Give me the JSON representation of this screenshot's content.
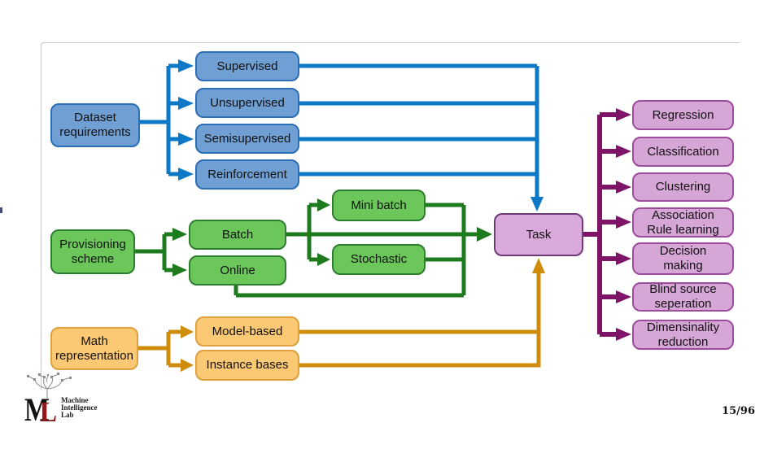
{
  "colors": {
    "blue-line": "#0d79c6",
    "blue-fill": "#6f9fd3",
    "blue-border": "#2a6eb5",
    "green-line": "#1d7a1d",
    "green-fill": "#6bc75a",
    "green-border": "#2f7d2f",
    "orange-line": "#cf8b0a",
    "orange-fill": "#fbc873",
    "orange-border": "#e0a03c",
    "purple-line": "#7e1468",
    "purple-fill": "#d6a6d6",
    "purple-border": "#9c4c9c",
    "purple-fill-task": "#d9a9db",
    "task-border": "#6f3a75"
  },
  "nodes": {
    "dataset": {
      "label": "Dataset\nrequirements"
    },
    "supervised": {
      "label": "Supervised"
    },
    "unsupervised": {
      "label": "Unsupervised"
    },
    "semisupervised": {
      "label": "Semisupervised"
    },
    "reinforcement": {
      "label": "Reinforcement"
    },
    "provisioning": {
      "label": "Provisioning\nscheme"
    },
    "batch": {
      "label": "Batch"
    },
    "online": {
      "label": "Online"
    },
    "minibatch": {
      "label": "Mini batch"
    },
    "stochastic": {
      "label": "Stochastic"
    },
    "math": {
      "label": "Math\nrepresentation"
    },
    "modelbased": {
      "label": "Model-based"
    },
    "instancebases": {
      "label": "Instance bases"
    },
    "task": {
      "label": "Task"
    },
    "regression": {
      "label": "Regression"
    },
    "classification": {
      "label": "Classification"
    },
    "clustering": {
      "label": "Clustering"
    },
    "association": {
      "label": "Association\nRule learning"
    },
    "decision": {
      "label": "Decision\nmaking"
    },
    "blindsource": {
      "label": "Blind source\nseperation"
    },
    "dimensionality": {
      "label": "Dimensinality\nreduction"
    }
  },
  "logo": {
    "letter_m": "M",
    "letter_l": "L",
    "name": "Machine\nIntelligence\nLab"
  },
  "footer": {
    "page_label": "15/96"
  }
}
